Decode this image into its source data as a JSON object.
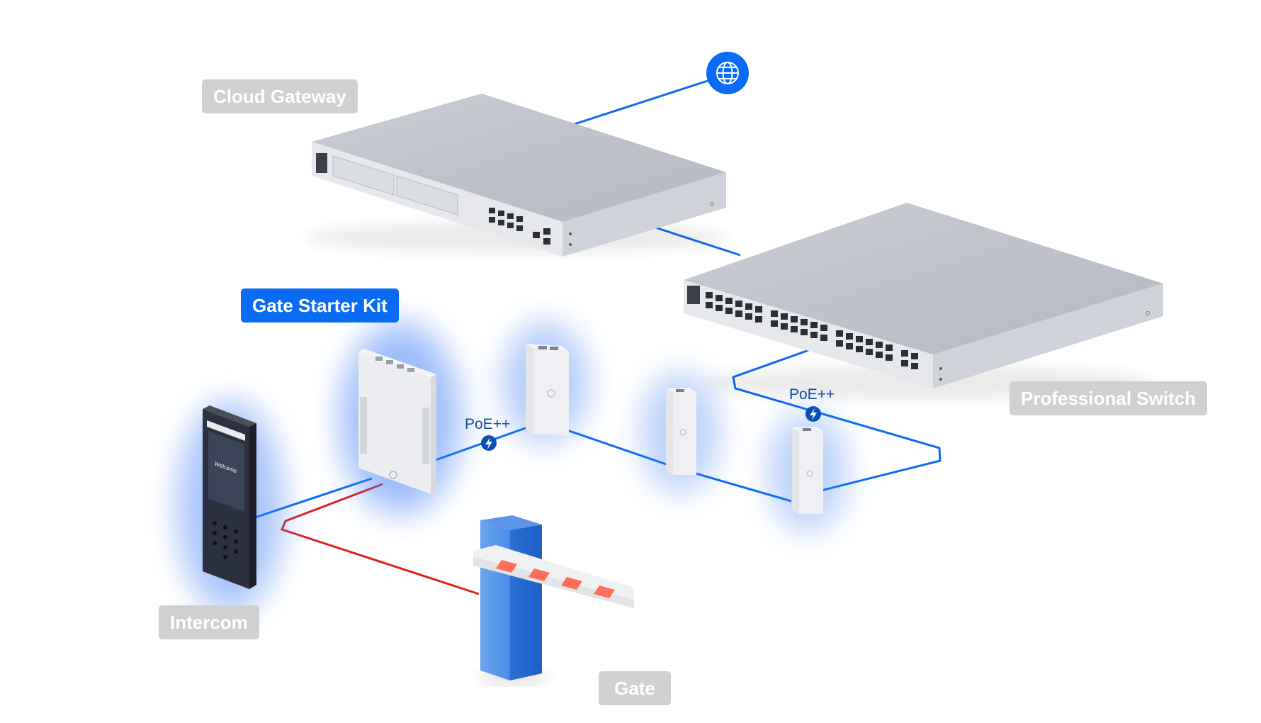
{
  "labels": {
    "cloud_gateway": "Cloud Gateway",
    "professional_switch": "Professional Switch",
    "gate_starter_kit": "Gate Starter Kit",
    "intercom": "Intercom",
    "gate": "Gate"
  },
  "poe_labels": {
    "hub": "PoE++",
    "switch": "PoE++"
  },
  "intercom_screen": {
    "welcome": "Welcome"
  },
  "icons": {
    "internet": "globe-icon",
    "poe": "lightning-bolt-icon"
  },
  "colors": {
    "blue_link": "#0a6cf5",
    "red_link": "#e02020",
    "highlight_label": "#0a6cf5",
    "device_label": "#d0d0d2"
  }
}
